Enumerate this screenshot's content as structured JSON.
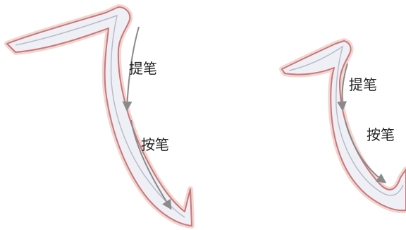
{
  "left_stroke": {
    "label_lift": "提笔",
    "label_press": "按笔"
  },
  "right_stroke": {
    "label_lift": "提笔",
    "label_press": "按笔"
  },
  "colors": {
    "stroke_fill": "#eef0f6",
    "stroke_outline": "#c9777b",
    "stroke_glow": "#f2d6d0",
    "arrow": "#8a8a8a",
    "text": "#222222"
  }
}
